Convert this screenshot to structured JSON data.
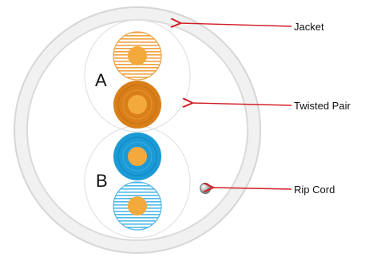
{
  "callouts": {
    "jacket": "Jacket",
    "twisted_pair": "Twisted Pair",
    "rip_cord": "Rip Cord"
  },
  "pairs": {
    "a": "A",
    "b": "B"
  },
  "colors": {
    "jacket": "#dcdcdc",
    "orange": "#d97f1a",
    "orange_core": "#f4a93c",
    "orange_stripe": "#f0a040",
    "blue": "#1b9ad6",
    "blue_stripe": "#4fb8e6",
    "arrow": "#d11d24"
  }
}
